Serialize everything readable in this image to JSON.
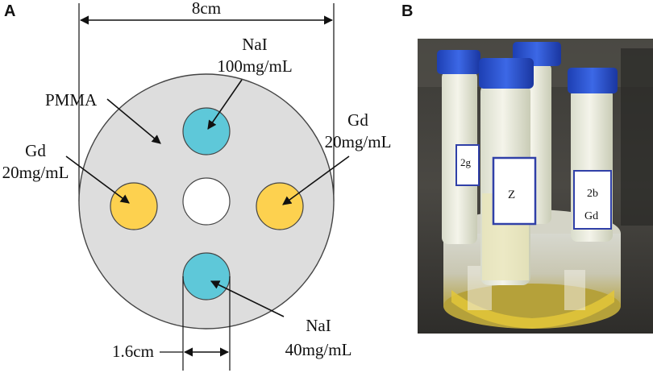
{
  "panels": {
    "a": {
      "letter": "A"
    },
    "b": {
      "letter": "B"
    }
  },
  "diagram": {
    "width_label": "8cm",
    "material_label": "PMMA",
    "insert_top": {
      "name": "NaI",
      "concentration": "100mg/mL",
      "color": "#5ec8d9"
    },
    "insert_bottom": {
      "name": "NaI",
      "concentration": "40mg/mL",
      "color": "#5ec8d9"
    },
    "insert_left": {
      "name": "Gd",
      "concentration": "20mg/mL",
      "color": "#fdd14f"
    },
    "insert_right": {
      "name": "Gd",
      "concentration": "20mg/mL",
      "color": "#fdd14f"
    },
    "insert_diameter_label": "1.6cm",
    "phantom_color": "#dddddd"
  },
  "photo": {
    "tube_labels": [
      "2g",
      "Z",
      "2b",
      "Gd"
    ]
  }
}
